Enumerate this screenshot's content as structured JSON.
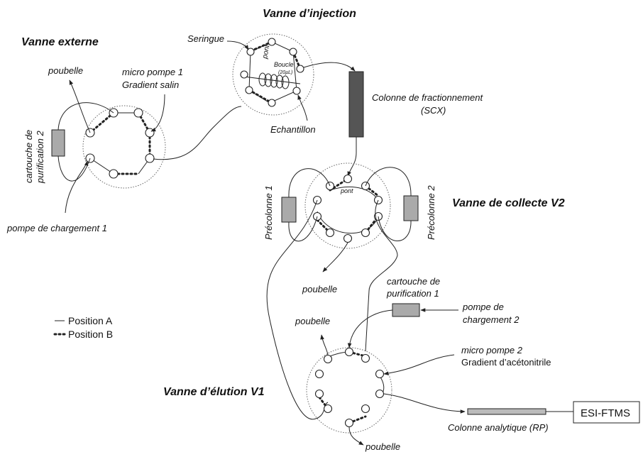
{
  "valves": {
    "externe": "Vanne externe",
    "injection": "Vanne d’injection",
    "collecte": "Vanne de collecte V2",
    "elution": "Vanne d’élution V1"
  },
  "labels": {
    "poubelle": "poubelle",
    "micro_pompe_1": "micro pompe 1",
    "gradient_salin": "Gradient salin",
    "cartouche_2_line1": "cartouche de",
    "cartouche_2_line2": "purification 2",
    "pompe_chargement_1": "pompe de chargement 1",
    "seringue": "Seringue",
    "pont": "pont",
    "boucle": "Boucle",
    "boucle_vol": "(20µL)",
    "echantillon": "Echantillon",
    "colonne_fract_line1": "Colonne de fractionnement",
    "colonne_fract_line2": "(SCX)",
    "precolonne_1": "Précolonne 1",
    "precolonne_2": "Précolonne 2",
    "cartouche_1_line1": "cartouche de",
    "cartouche_1_line2": "purification 1",
    "pompe_chargement_2_line1": "pompe de",
    "pompe_chargement_2_line2": "chargement 2",
    "micro_pompe_2": "micro pompe 2",
    "gradient_acetonitrile": "Gradient d’acétonitrile",
    "colonne_analytique": "Colonne analytique (RP)",
    "esi": "ESI-FTMS"
  },
  "legend": {
    "position_a": "Position A",
    "position_b": "Position B"
  }
}
